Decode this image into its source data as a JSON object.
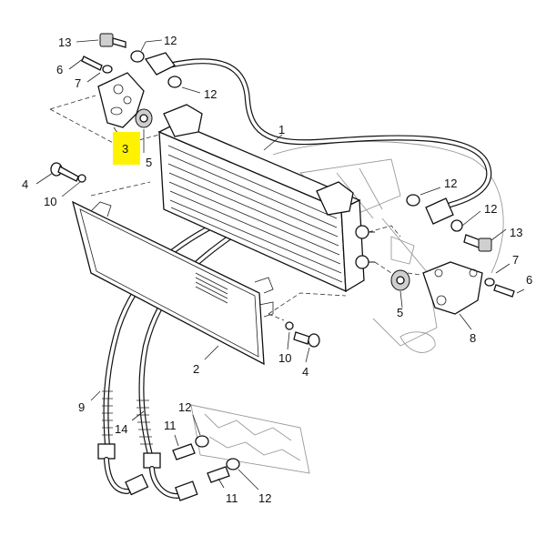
{
  "diagram": {
    "highlight_color": "#fff200",
    "highlighted_part": "3",
    "callouts": {
      "c13a": "13",
      "c12a": "12",
      "c6a": "6",
      "c7a": "7",
      "c12b": "12",
      "c1": "1",
      "c3": "3",
      "c5a": "5",
      "c4a": "4",
      "c10a": "10",
      "c12c": "12",
      "c12d": "12",
      "c13b": "13",
      "c7b": "7",
      "c6b": "6",
      "c5b": "5",
      "c8": "8",
      "c2": "2",
      "c10b": "10",
      "c4b": "4",
      "c9": "9",
      "c14": "14",
      "c12e": "12",
      "c11a": "11",
      "c11b": "11",
      "c12f": "12"
    }
  }
}
